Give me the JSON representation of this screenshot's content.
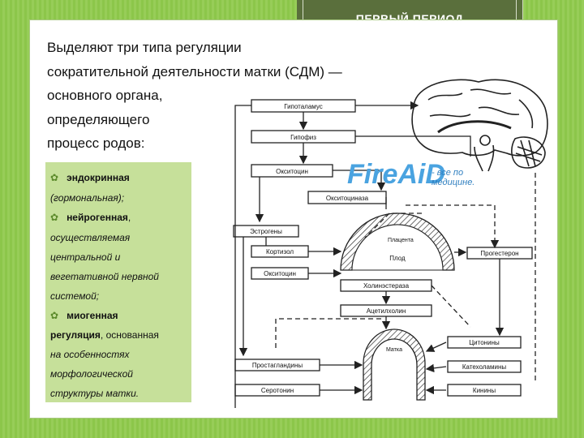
{
  "header": {
    "title": "ПЕРВЫЙ ПЕРИОД"
  },
  "intro_lines": [
    "Выделяют три типа регуляции",
    "сократительной деятельности матки (СДМ) —",
    "основного органа,",
    "определяющего",
    "процесс родов:"
  ],
  "types": {
    "endocrine_term": "эндокринная",
    "endocrine_desc": "(гормональная);",
    "neuro_term": "нейрогенная",
    "neuro_comma": ",",
    "neuro_desc": [
      "осуществляемая",
      "центральной и",
      "вегетативной нервной",
      "системой;"
    ],
    "myo_term": "миогенная",
    "myo_term2": "регуляция",
    "myo_desc_1": ", основанная",
    "myo_desc": [
      "на особенностях",
      "морфологической",
      "структуры матки."
    ]
  },
  "diagram": {
    "labels": {
      "hypothalamus": "Гипоталамус",
      "pituitary": "Гипофиз",
      "oxytocin_top": "Окситоцин",
      "oxytocinase": "Окситоциназа",
      "estrogens": "Эстрогены",
      "cortisol": "Кортизол",
      "oxytocin_fetal": "Окситоцин",
      "placenta": "Плацента",
      "fetus": "Плод",
      "progesterone": "Прогестерон",
      "cholinesterase": "Холинэстераза",
      "acetylcholine": "Ацетилхолин",
      "uterus": "Матка",
      "cytotonins": "Цитонины",
      "catecholamines": "Катехоламины",
      "prostaglandins": "Простагландины",
      "serotonin": "Серотонин",
      "kinins": "Кинины"
    }
  },
  "watermark": {
    "brand": "FireAiD",
    "tagline": "- все по медицине."
  }
}
